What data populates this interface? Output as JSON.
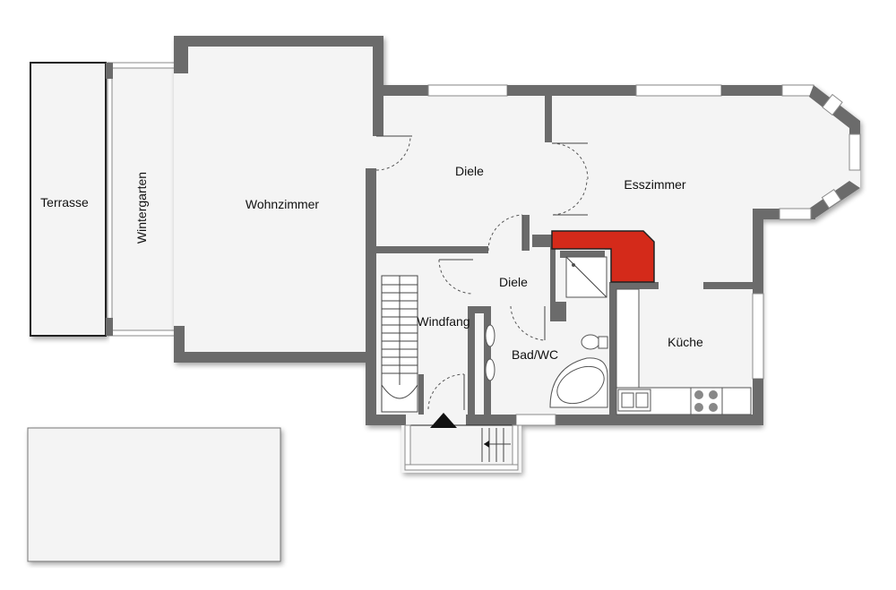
{
  "rooms": {
    "terrasse": "Terrasse",
    "wintergarten": "Wintergarten",
    "wohnzimmer": "Wohnzimmer",
    "diele_main": "Diele",
    "esszimmer": "Esszimmer",
    "diele_small": "Diele",
    "windfang": "Windfang",
    "bad_wc": "Bad/WC",
    "kueche": "Küche"
  },
  "colors": {
    "wall": "#6b6b6b",
    "floor": "#f4f4f4",
    "fireplace": "#d42a1a",
    "outline": "#222222"
  },
  "icons": {
    "entrance": "entrance-arrow-icon",
    "stairs_up": "stairs-direction-arrow-icon"
  }
}
